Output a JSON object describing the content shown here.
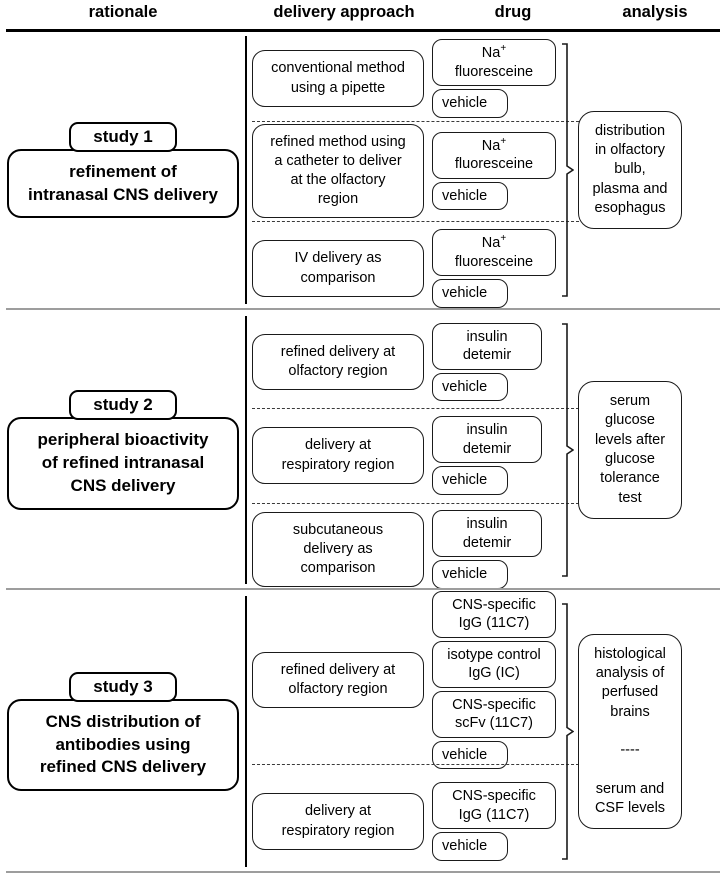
{
  "header": {
    "columns": [
      {
        "label": "rationale"
      },
      {
        "label": "delivery approach"
      },
      {
        "label": "drug"
      },
      {
        "label": "analysis"
      }
    ]
  },
  "studies": [
    {
      "tag": "study 1",
      "rationale": "refinement of\nintranasal CNS delivery",
      "arms": [
        {
          "delivery": "conventional method\nusing a pipette",
          "drugs": [
            {
              "text": "Na+\nfluoresceine",
              "sup": "+",
              "base": "Na",
              "line2": "fluoresceine",
              "style": "wide"
            },
            {
              "text": "vehicle",
              "style": "narrow"
            }
          ]
        },
        {
          "delivery": "refined method using\na catheter to deliver\nat the olfactory\nregion",
          "drugs": [
            {
              "text": "Na+\nfluoresceine",
              "sup": "+",
              "base": "Na",
              "line2": "fluoresceine",
              "style": "wide"
            },
            {
              "text": "vehicle",
              "style": "narrow"
            }
          ]
        },
        {
          "delivery": "IV delivery as\ncomparison",
          "drugs": [
            {
              "text": "Na+\nfluoresceine",
              "sup": "+",
              "base": "Na",
              "line2": "fluoresceine",
              "style": "wide"
            },
            {
              "text": "vehicle",
              "style": "narrow"
            }
          ]
        }
      ],
      "analysis": "distribution\nin olfactory\nbulb,\nplasma and\nesophagus"
    },
    {
      "tag": "study 2",
      "rationale": "peripheral bioactivity\nof refined intranasal\nCNS delivery",
      "arms": [
        {
          "delivery": "refined delivery at\nolfactory region",
          "drugs": [
            {
              "text": "insulin\ndetemir",
              "style": ""
            },
            {
              "text": "vehicle",
              "style": "narrow"
            }
          ]
        },
        {
          "delivery": "delivery at\nrespiratory region",
          "drugs": [
            {
              "text": "insulin\ndetemir",
              "style": ""
            },
            {
              "text": "vehicle",
              "style": "narrow"
            }
          ]
        },
        {
          "delivery": "subcutaneous\ndelivery as\ncomparison",
          "drugs": [
            {
              "text": "insulin\ndetemir",
              "style": ""
            },
            {
              "text": "vehicle",
              "style": "narrow"
            }
          ]
        }
      ],
      "analysis": "serum\nglucose\nlevels after\nglucose\ntolerance\ntest"
    },
    {
      "tag": "study 3",
      "rationale": "CNS distribution of\nantibodies using\nrefined CNS delivery",
      "arms": [
        {
          "delivery": "refined delivery at\nolfactory region",
          "drugs": [
            {
              "text": "CNS-specific\nIgG (11C7)",
              "style": "wide"
            },
            {
              "text": "isotype control\nIgG (IC)",
              "style": "wide"
            },
            {
              "text": "CNS-specific\nscFv (11C7)",
              "style": "wide"
            },
            {
              "text": "vehicle",
              "style": "narrow"
            }
          ]
        },
        {
          "delivery": "delivery at\nrespiratory region",
          "drugs": [
            {
              "text": "CNS-specific\nIgG (11C7)",
              "style": "wide"
            },
            {
              "text": "vehicle",
              "style": "narrow"
            }
          ]
        }
      ],
      "analysis": "histological\nanalysis of\nperfused\nbrains\n\n----\n\nserum and\nCSF levels"
    }
  ]
}
